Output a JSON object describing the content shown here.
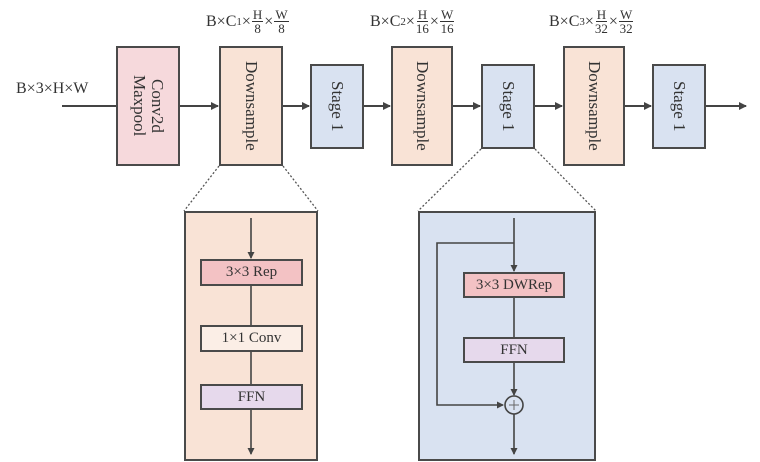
{
  "colors": {
    "conv": "#f6d9dc",
    "downsample": "#f9e3d6",
    "stage": "#d9e2f1",
    "rep": "#f3c2c4",
    "conv1x1": "#fbeee6",
    "ffn": "#e6d9ec",
    "line": "#444444"
  },
  "input_label": "B×3×H×W",
  "main_flow": {
    "conv_block": [
      "Conv2d",
      "Maxpool"
    ],
    "downsample_1": "Downsample",
    "stage_1": "Stage 1",
    "downsample_2": "Downsample",
    "stage_2": "Stage 1",
    "downsample_3": "Downsample",
    "stage_3": "Stage 1"
  },
  "shape_labels": [
    {
      "prefix": "B×C",
      "sub": "1",
      "h_num": "H",
      "h_den": "8",
      "w_num": "W",
      "w_den": "8"
    },
    {
      "prefix": "B×C",
      "sub": "2",
      "h_num": "H",
      "h_den": "16",
      "w_num": "W",
      "w_den": "16"
    },
    {
      "prefix": "B×C",
      "sub": "3",
      "h_num": "H",
      "h_den": "32",
      "w_num": "W",
      "w_den": "32"
    }
  ],
  "times_symbol": "×",
  "downsample_detail": {
    "blocks": [
      "3×3 Rep",
      "1×1 Conv",
      "FFN"
    ]
  },
  "stage_detail": {
    "blocks": [
      "3×3 DWRep",
      "FFN"
    ],
    "add_symbol": "+"
  }
}
